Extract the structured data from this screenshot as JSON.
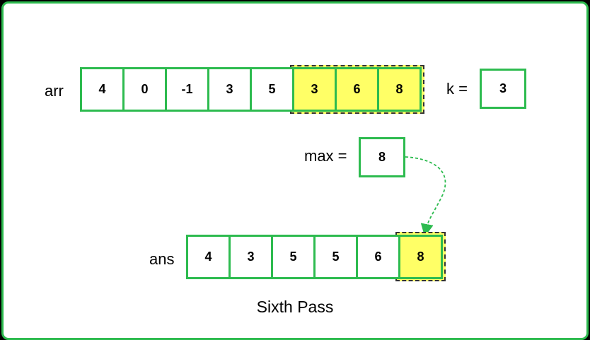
{
  "arr": {
    "label": "arr",
    "values": [
      "4",
      "0",
      "-1",
      "3",
      "5",
      "3",
      "6",
      "8"
    ],
    "highlighted": [
      false,
      false,
      false,
      false,
      false,
      true,
      true,
      true
    ]
  },
  "k": {
    "label": "k =",
    "value": "3"
  },
  "max": {
    "label": "max =",
    "value": "8"
  },
  "ans": {
    "label": "ans",
    "values": [
      "4",
      "3",
      "5",
      "5",
      "6",
      "8"
    ],
    "highlighted": [
      false,
      false,
      false,
      false,
      false,
      true
    ]
  },
  "caption": "Sixth Pass",
  "colors": {
    "border": "#2dbb4f",
    "highlight": "#ffff66",
    "arrow": "#2dbb4f"
  }
}
